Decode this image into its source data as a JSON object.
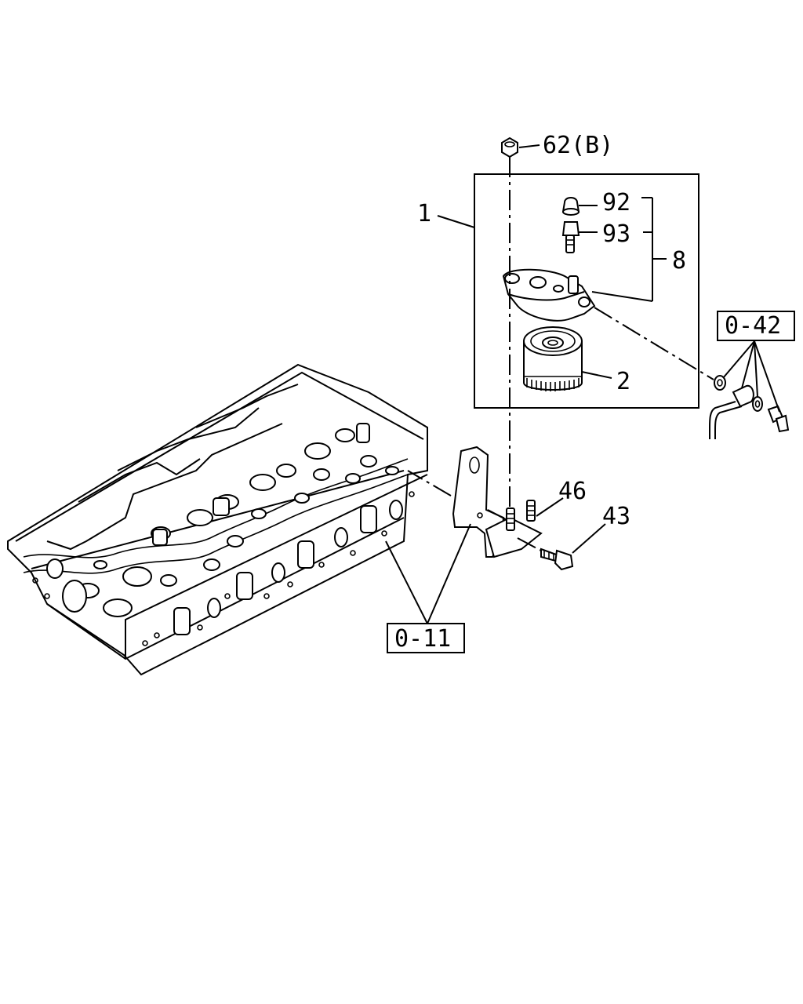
{
  "diagram": {
    "callouts": {
      "nut": "62(B)",
      "assembly": "1",
      "cap": "92",
      "bleeder": "93",
      "head_kit": "8",
      "filter": "2",
      "stud": "46",
      "bolt": "43"
    },
    "references": {
      "fuel_line": "0-42",
      "cylinder_head": "0-11"
    }
  }
}
